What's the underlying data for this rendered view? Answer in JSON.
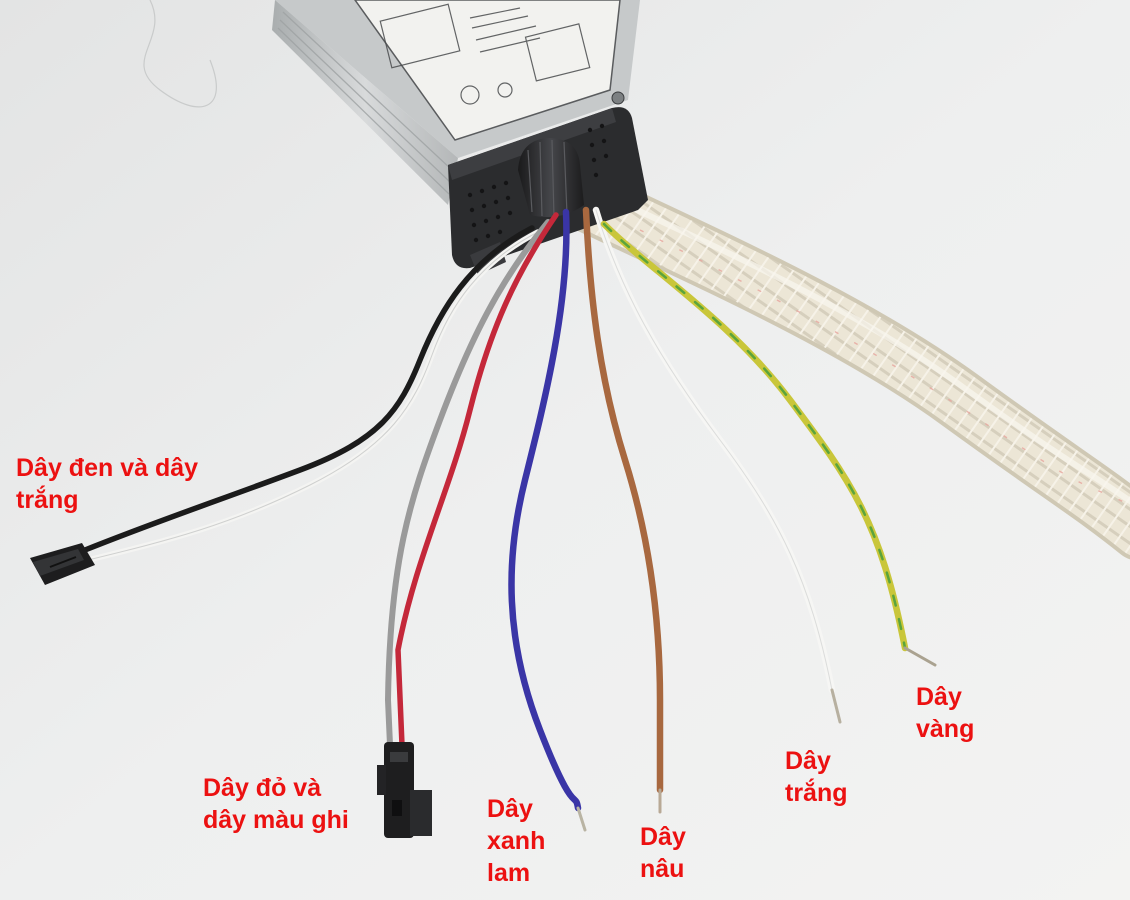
{
  "labels": {
    "black_white": {
      "line1": "Dây đen và dây",
      "line2": "trắng"
    },
    "red_grey": {
      "line1": "Dây đỏ và",
      "line2": "dây màu ghi"
    },
    "blue": {
      "line1": "Dây",
      "line2": "xanh",
      "line3": "lam"
    },
    "brown": {
      "line1": "Dây",
      "line2": "nâu"
    },
    "white": {
      "line1": "Dây",
      "line2": "trắng"
    },
    "yellow": {
      "line1": "Dây",
      "line2": "vàng"
    }
  },
  "colors": {
    "label_text": "#ec1111",
    "background": "#eaebeb",
    "wire_black": "#1b1b1b",
    "wire_white": "#f4f4f2",
    "wire_grey": "#9a9a9a",
    "wire_red": "#c4283a",
    "wire_blue": "#3a35a6",
    "wire_brown": "#a8683f",
    "wire_yellow_green": "#c9c63a",
    "wire_sheath": "#ece7d8",
    "housing": "#c9cccd",
    "end_cap": "#2c2d2f"
  },
  "icons": {
    "driver_box": "led-driver-box-icon",
    "connector": "wire-connector-icon"
  }
}
